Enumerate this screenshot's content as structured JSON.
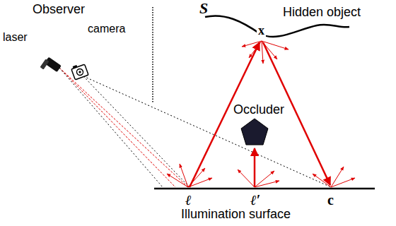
{
  "diagram": {
    "labels": [
      "Observer",
      "laser",
      "camera",
      "Hidden object",
      "S",
      "x",
      "Occluder",
      "ℓ",
      "ℓ′",
      "c",
      "Illumination surface"
    ]
  }
}
